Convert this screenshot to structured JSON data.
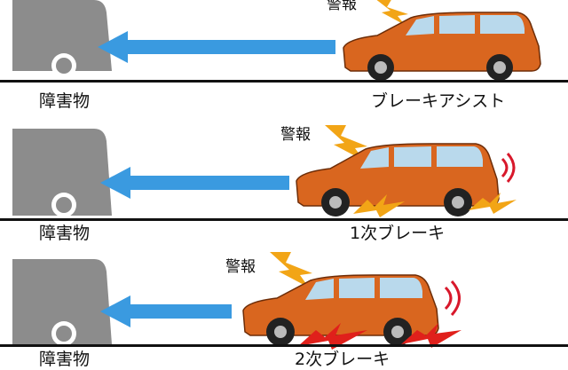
{
  "colors": {
    "car_body": "#d9661f",
    "arrow": "#3a9ae0",
    "bolt": "#f2a516",
    "brake_bolt": "#e0201b",
    "obstacle": "#8c8c8c",
    "signal": "#d8182b"
  },
  "icons": [
    "obstacle-vehicle-icon",
    "suv-icon",
    "lightning-bolt-icon",
    "distance-arrow-icon",
    "warning-signal-icon"
  ],
  "panels": [
    {
      "obstacle_label": "障害物",
      "warning_label": "警報",
      "stage_label": "ブレーキアシスト"
    },
    {
      "obstacle_label": "障害物",
      "warning_label": "警報",
      "stage_label": "1次ブレーキ"
    },
    {
      "obstacle_label": "障害物",
      "warning_label": "警報",
      "stage_label": "2次ブレーキ"
    }
  ]
}
